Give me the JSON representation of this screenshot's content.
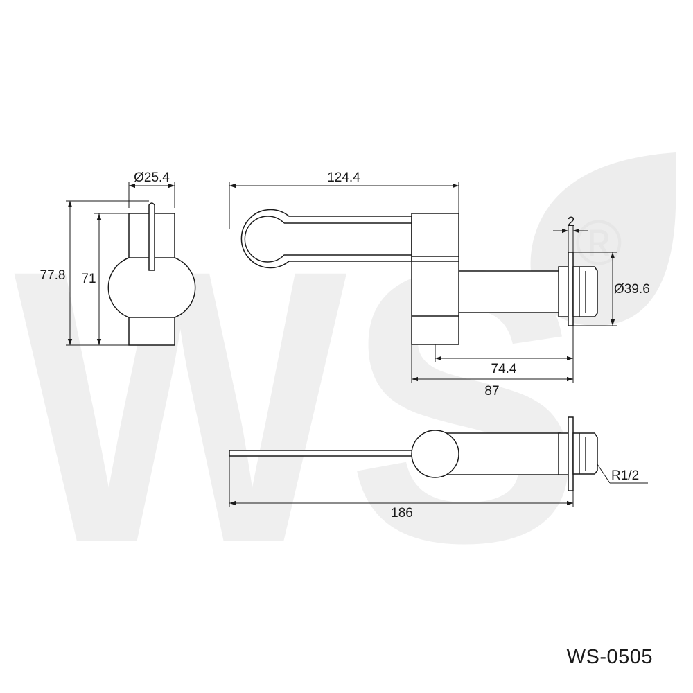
{
  "watermark": {
    "text": "WS",
    "registered_mark": "®",
    "color": "#ededed"
  },
  "dimensions": {
    "side_width": "Ø25.4",
    "side_total_height": "77.8",
    "side_body_height": "71",
    "top_length": "124.4",
    "flange_thickness": "2",
    "flange_diameter": "Ø39.6",
    "spout_reach": "74.4",
    "overall_depth": "87",
    "bottom_length": "186",
    "thread": "R1/2"
  },
  "model_code": "WS-0505"
}
